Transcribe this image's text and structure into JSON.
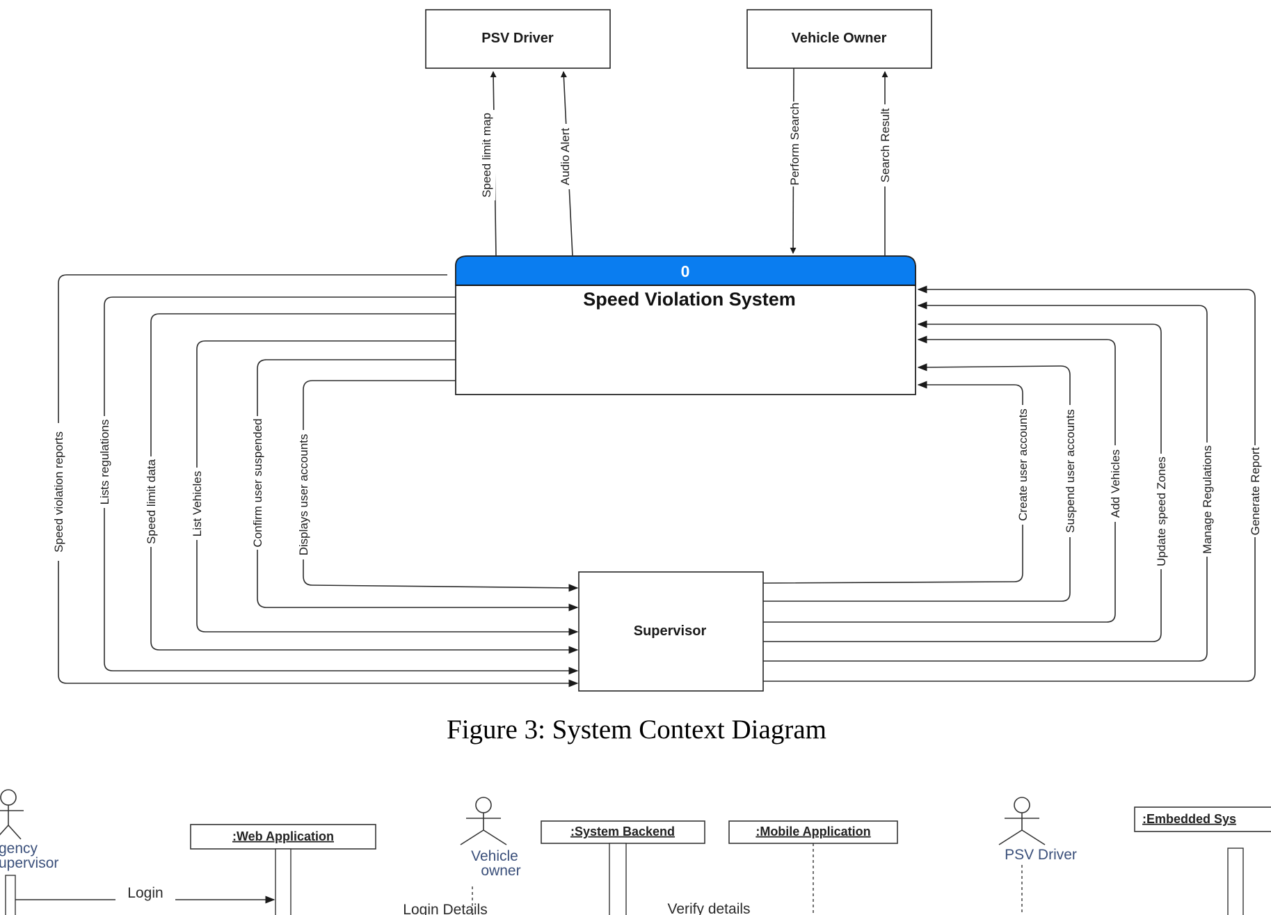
{
  "context_diagram": {
    "external_entities": {
      "psv_driver": "PSV Driver",
      "vehicle_owner": "Vehicle Owner",
      "supervisor": "Supervisor"
    },
    "process": {
      "id": "0",
      "name": "Speed Violation System"
    },
    "flows": {
      "speed_limit_map": "Speed limit map",
      "audio_alert": "Audio Alert",
      "perform_search": "Perform Search",
      "search_result": "Search Result",
      "speed_violation_reports": "Speed violation reports",
      "lists_regulations": "Lists regulations",
      "speed_limit_data": "Speed limit data",
      "list_vehicles": "List Vehicles",
      "confirm_user_suspended": "Confirm user suspended",
      "displays_user_accounts": "Displays  user accounts",
      "create_user_accounts": "Create user accounts",
      "suspend_user_accounts": "Suspend user accounts",
      "add_vehicles": "Add Vehicles",
      "update_speed_zones": "Update speed Zones",
      "manage_regulations": "Manage Regulations",
      "generate_report": "Generate Report"
    },
    "caption": "Figure 3: System Context Diagram",
    "colors": {
      "process_header": "#0a7df0"
    }
  },
  "sequence_diagram": {
    "actors": {
      "agency_supervisor": {
        "line1": "gency",
        "line2": "upervisor"
      },
      "vehicle_owner": {
        "line1": "Vehicle",
        "line2": "owner"
      },
      "psv_driver": "PSV Driver"
    },
    "objects": {
      "web_application": ":Web Application",
      "system_backend": ":System Backend",
      "mobile_application": ":Mobile Application",
      "embedded_system": ":Embedded Sys"
    },
    "messages": {
      "login": "Login",
      "login_details": "Login Details",
      "verify_details": "Verify details"
    }
  }
}
